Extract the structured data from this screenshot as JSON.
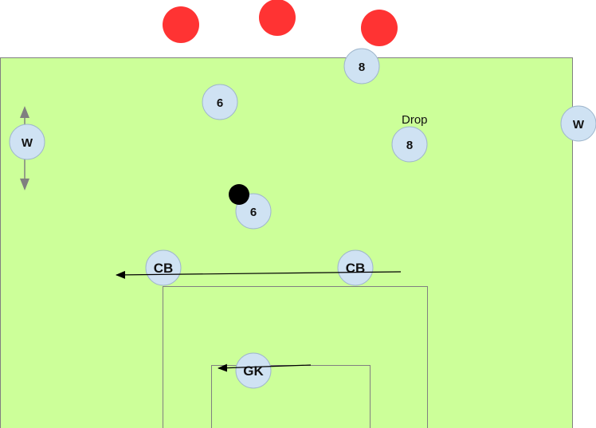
{
  "colors": {
    "pitch": "#ccff99",
    "pitch_line": "#808080",
    "player_fill": "#cfe2f3",
    "player_stroke": "#9fb6cc",
    "opponent_fill": "#ff3333",
    "ball": "#000000",
    "arrow": "#000000",
    "movement_arrow": "#808080"
  },
  "players": {
    "p8_top": "8",
    "p6_top": "6",
    "w_left": "W",
    "drop_label": "Drop",
    "p8_mid": "8",
    "w_right": "W",
    "p6_center": "6",
    "cb_left": "CB",
    "cb_right": "CB",
    "gk": "GK"
  }
}
